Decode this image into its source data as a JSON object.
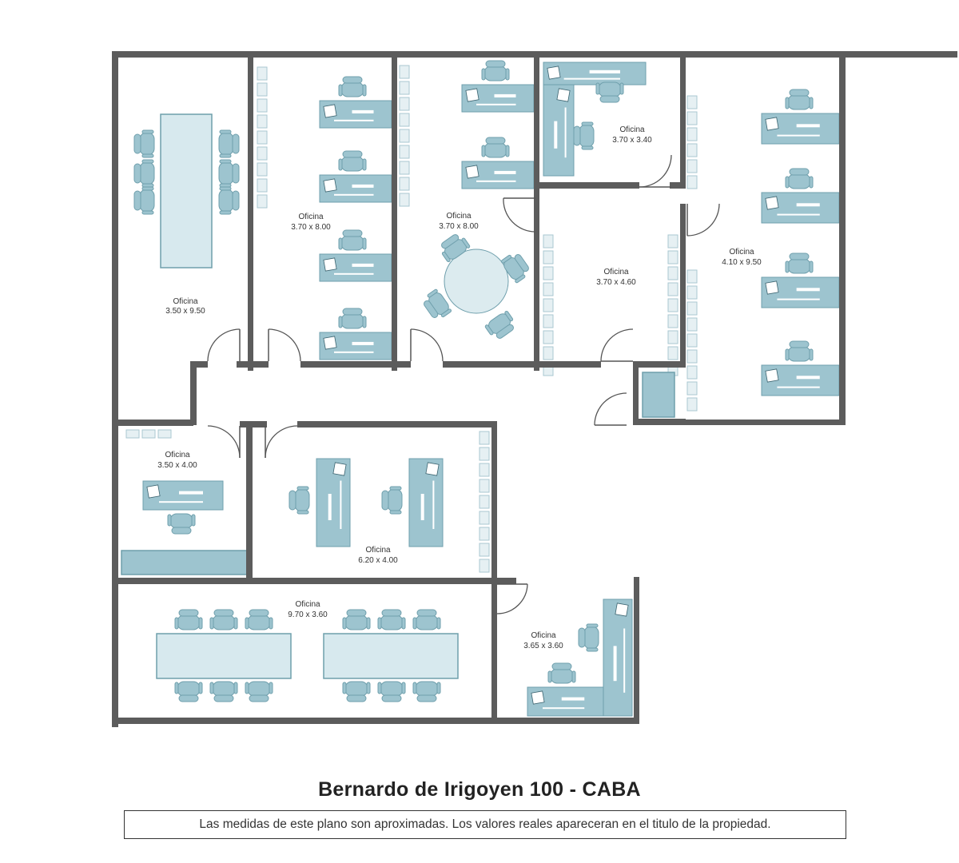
{
  "title": "Bernardo de Irigoyen 100 - CABA",
  "disclaimer": "Las medidas de este plano son aproximadas. Los valores reales apareceran en el titulo de la propiedad.",
  "colors": {
    "wall": "#5c5c5c",
    "furniture_fill": "#9dc4cf",
    "furniture_stroke": "#6f9fac",
    "table_fill": "#d7e9ee",
    "text": "#333333"
  },
  "rooms": [
    {
      "name": "Oficina",
      "dimensions": "3.50 x 9.50"
    },
    {
      "name": "Oficina",
      "dimensions": "3.70 x 8.00"
    },
    {
      "name": "Oficina",
      "dimensions": "3.70 x 8.00"
    },
    {
      "name": "Oficina",
      "dimensions": "3.70 x 3.40"
    },
    {
      "name": "Oficina",
      "dimensions": "3.70 x 4.60"
    },
    {
      "name": "Oficina",
      "dimensions": "4.10 x 9.50"
    },
    {
      "name": "Oficina",
      "dimensions": "3.50 x 4.00"
    },
    {
      "name": "Oficina",
      "dimensions": "6.20 x 4.00"
    },
    {
      "name": "Oficina",
      "dimensions": "9.70 x 3.60"
    },
    {
      "name": "Oficina",
      "dimensions": "3.65 x 3.60"
    }
  ]
}
